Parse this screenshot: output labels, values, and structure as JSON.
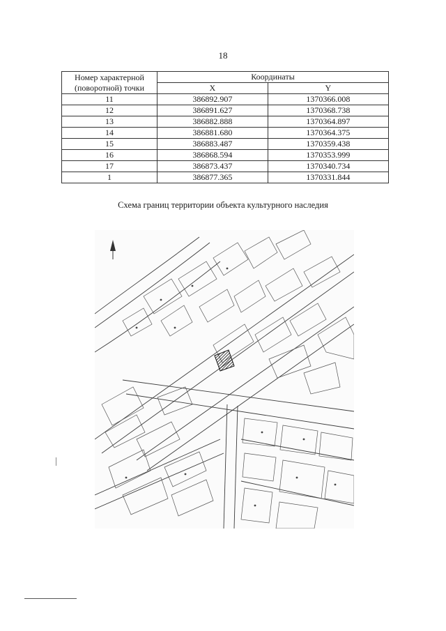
{
  "page_number": "18",
  "table": {
    "header_point": "Номер характерной (поворотной) точки",
    "header_coords": "Координаты",
    "header_x": "X",
    "header_y": "Y",
    "rows": [
      {
        "point": "11",
        "x": "386892.907",
        "y": "1370366.008"
      },
      {
        "point": "12",
        "x": "386891.627",
        "y": "1370368.738"
      },
      {
        "point": "13",
        "x": "386882.888",
        "y": "1370364.897"
      },
      {
        "point": "14",
        "x": "386881.680",
        "y": "1370364.375"
      },
      {
        "point": "15",
        "x": "386883.487",
        "y": "1370359.438"
      },
      {
        "point": "16",
        "x": "386868.594",
        "y": "1370353.999"
      },
      {
        "point": "17",
        "x": "386873.437",
        "y": "1370340.734"
      },
      {
        "point": "1",
        "x": "386877.365",
        "y": "1370331.844"
      }
    ]
  },
  "caption": "Схема границ территории объекта культурного наследия"
}
